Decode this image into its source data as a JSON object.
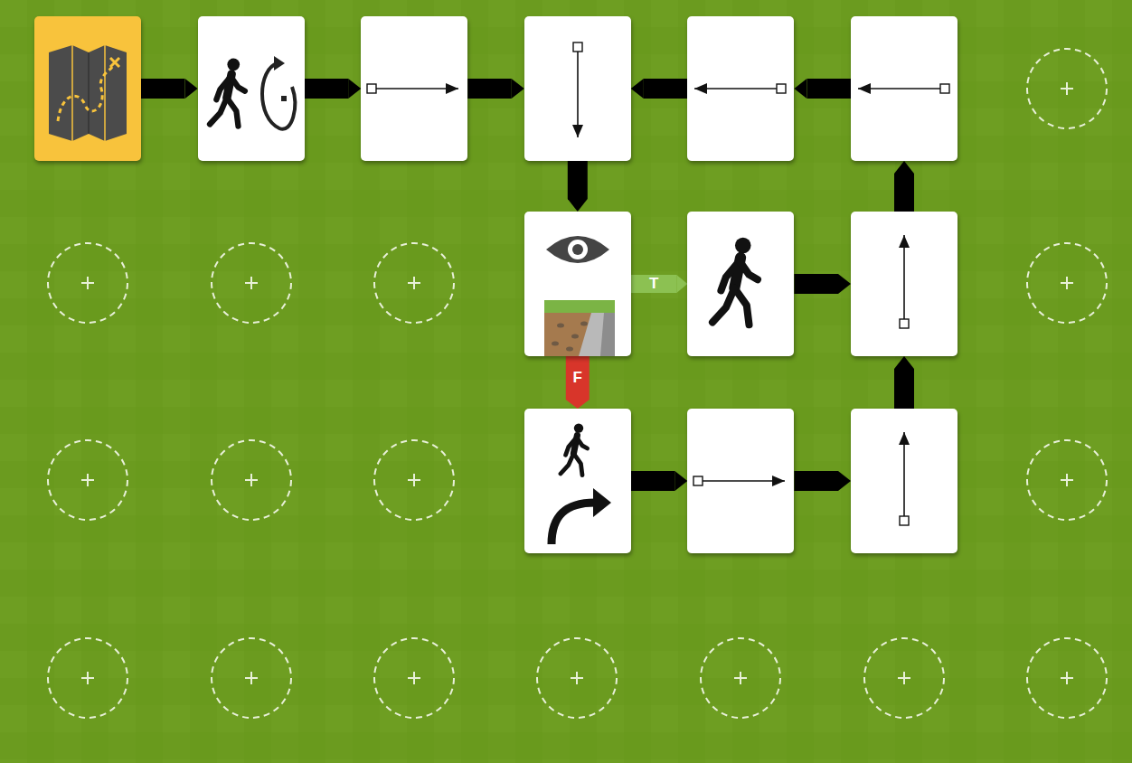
{
  "diagram": {
    "nodes": [
      {
        "text": []
      },
      {
        "text": []
      },
      {
        "text": []
      },
      {
        "text": []
      },
      {
        "text": []
      },
      {
        "text": []
      },
      {
        "text": []
      },
      {
        "text": []
      },
      {
        "text": []
      },
      {
        "text": []
      },
      {
        "text": []
      },
      {
        "text": []
      }
    ],
    "edges": [
      {
        "from": 0,
        "to": 1,
        "arrow": "to"
      },
      {
        "from": 1,
        "to": 2,
        "arrow": "to"
      },
      {
        "from": 2,
        "to": 3,
        "arrow": "to"
      },
      {
        "from": 3,
        "to": 6,
        "arrow": "to"
      },
      {
        "from": 6,
        "to": 7,
        "label": "T",
        "arrow": "to"
      },
      {
        "from": 6,
        "to": 9,
        "label": "F",
        "arrow": "to"
      },
      {
        "from": 7,
        "to": 8,
        "arrow": "to"
      },
      {
        "from": 8,
        "to": 5,
        "arrow": "to"
      },
      {
        "from": 5,
        "to": 4,
        "arrow": "to"
      },
      {
        "from": 4,
        "to": 3,
        "arrow": "to"
      },
      {
        "from": 9,
        "to": 10,
        "arrow": "to"
      },
      {
        "from": 10,
        "to": 11,
        "arrow": "to"
      },
      {
        "from": 11,
        "to": 8,
        "arrow": "to"
      }
    ]
  }
}
